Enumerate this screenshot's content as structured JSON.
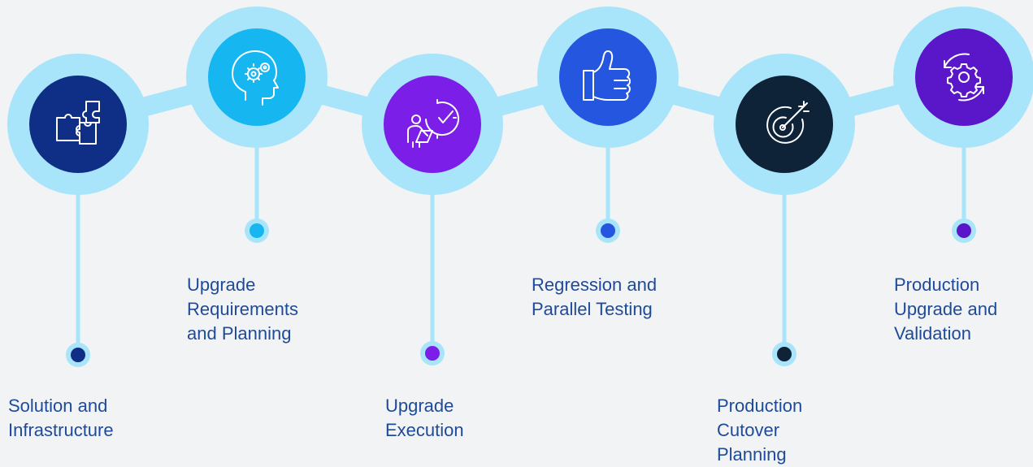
{
  "steps": [
    {
      "id": "solution",
      "label_lines": [
        "Solution and",
        "Infrastructure"
      ],
      "icon": "puzzle-icon",
      "color": "#0f2e86"
    },
    {
      "id": "requirements",
      "label_lines": [
        "Upgrade",
        "Requirements",
        "and Planning"
      ],
      "icon": "brain-gears-icon",
      "color": "#16b6f0"
    },
    {
      "id": "execution",
      "label_lines": [
        "Upgrade",
        "Execution"
      ],
      "icon": "person-clock-icon",
      "color": "#7a1ee8"
    },
    {
      "id": "testing",
      "label_lines": [
        "Regression and",
        "Parallel Testing"
      ],
      "icon": "thumbs-up-icon",
      "color": "#2456e0"
    },
    {
      "id": "cutover",
      "label_lines": [
        "Production",
        "Cutover",
        "Planning"
      ],
      "icon": "target-icon",
      "color": "#0e2238"
    },
    {
      "id": "validation",
      "label_lines": [
        "Production",
        "Upgrade and",
        "Validation"
      ],
      "icon": "gear-cycle-icon",
      "color": "#5a17c9"
    }
  ],
  "ring_color": "#a8e4fa"
}
